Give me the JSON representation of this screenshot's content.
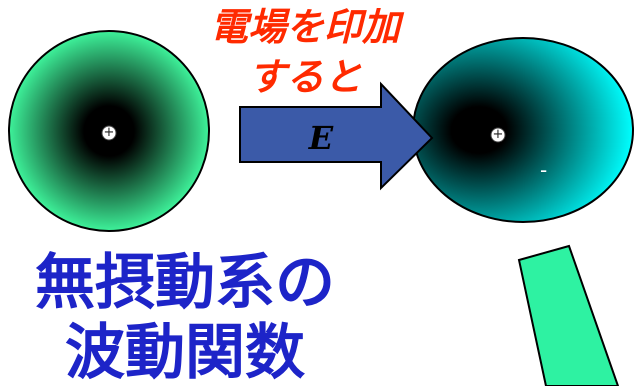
{
  "caption_top": {
    "line1": "電場を印加",
    "line2": "すると"
  },
  "arrow": {
    "label": "E",
    "fill_color": "#3b5aa8"
  },
  "unperturbed_atom": {
    "nucleus_sign": "+",
    "outer_color": "#3ef29a"
  },
  "perturbed_atom": {
    "nucleus_sign": "+",
    "electron_sign": "-",
    "outer_color": "#00ffff"
  },
  "caption_bottom": {
    "line1": "無摂動系の",
    "line2": "波動関数"
  },
  "bar": {
    "fill_color": "#2ef2a2"
  }
}
